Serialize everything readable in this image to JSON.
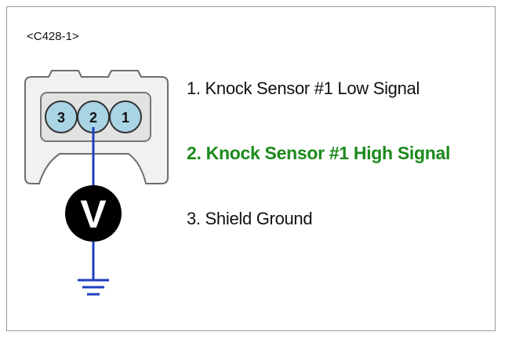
{
  "connector": {
    "id": "<C428-1>"
  },
  "pins": [
    {
      "number": "1",
      "label": "1. Knock Sensor #1 Low Signal",
      "highlighted": false
    },
    {
      "number": "2",
      "label": "2. Knock Sensor #1 High Signal",
      "highlighted": true
    },
    {
      "number": "3",
      "label": "3. Shield Ground",
      "highlighted": false
    }
  ],
  "meter": {
    "symbol": "V"
  },
  "colors": {
    "highlight_text": "#1b8a1b",
    "probe_wire": "#1f3fbf",
    "pin_fill": "#a9d4e4",
    "connector_fill": "#f1f1f1",
    "meter_fill": "#000000"
  }
}
